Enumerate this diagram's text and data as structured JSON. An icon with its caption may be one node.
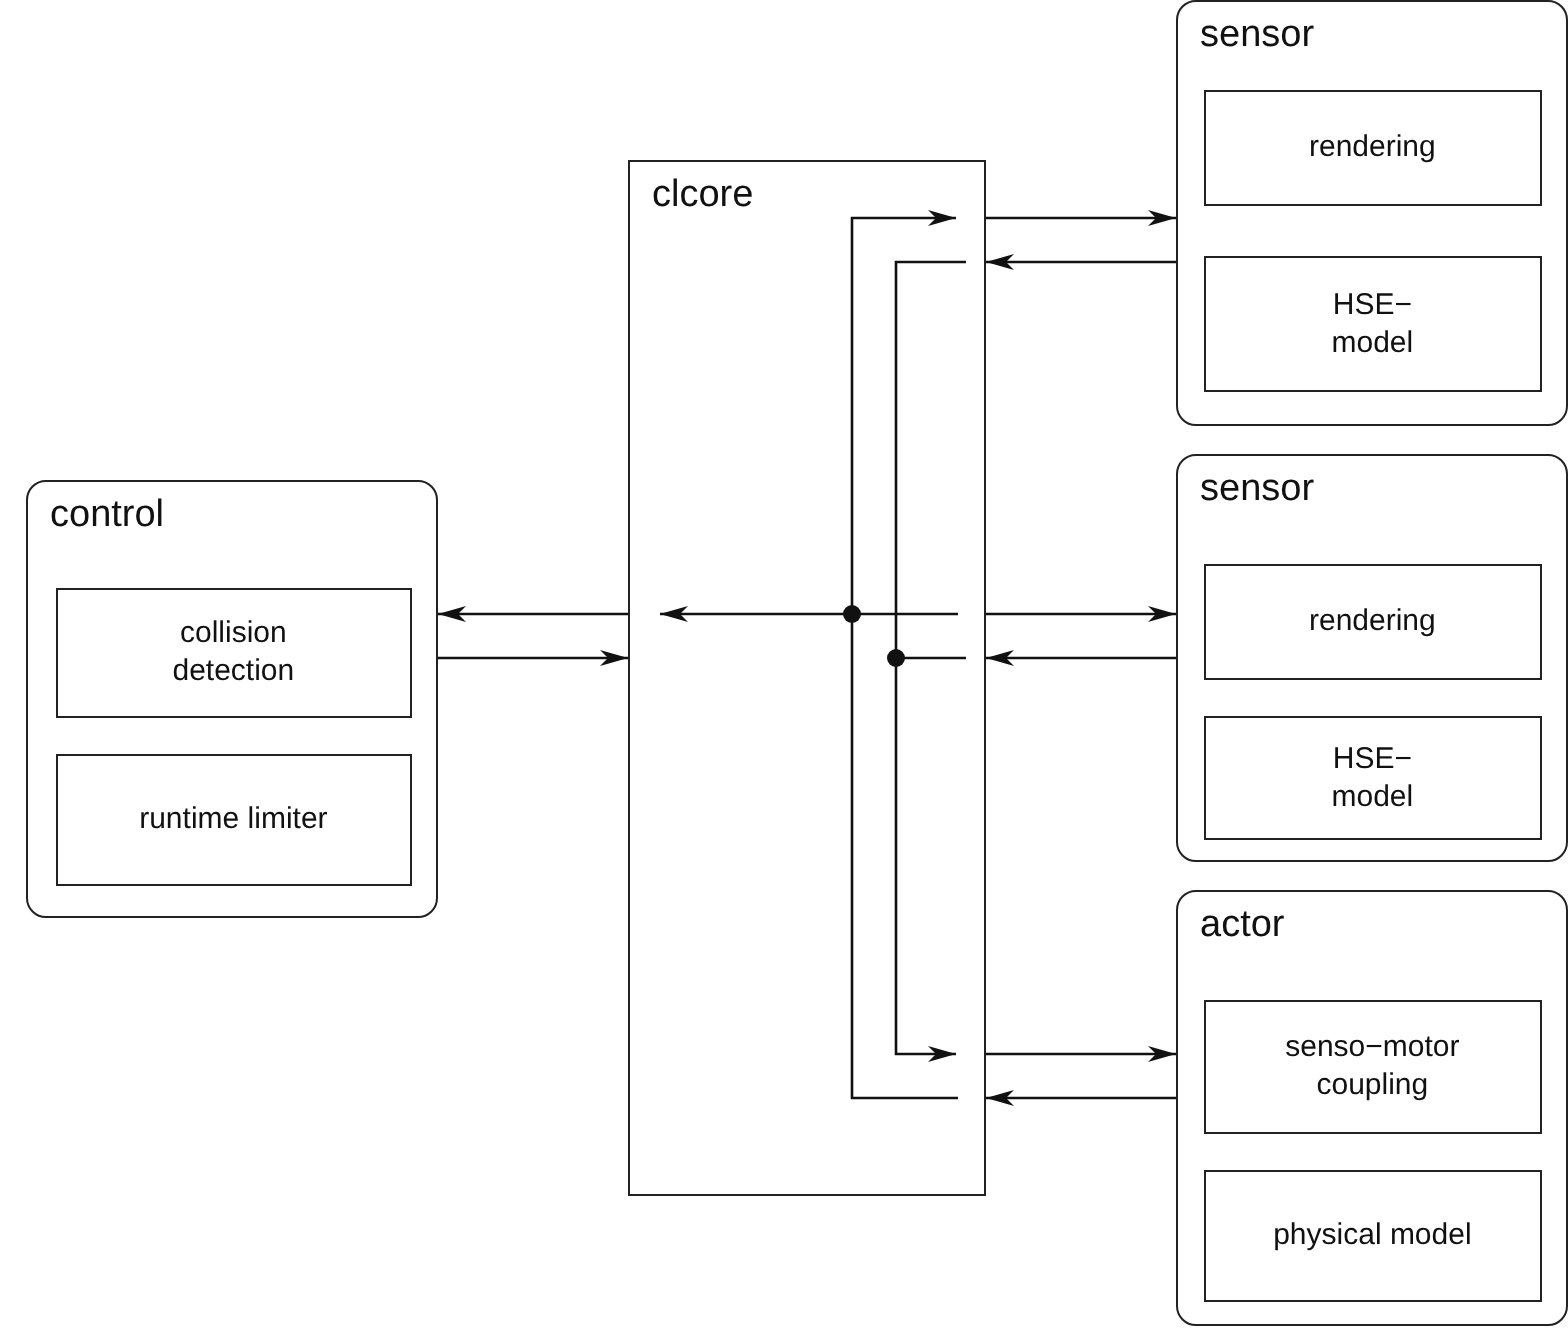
{
  "diagram": {
    "nodes": [
      {
        "text": [
          "control"
        ]
      },
      {
        "text": [
          "collision detection"
        ],
        "in": 0
      },
      {
        "text": [
          "runtime limiter"
        ],
        "in": 0
      },
      {
        "text": [
          "clcore"
        ]
      },
      {
        "text": [
          "sensor"
        ]
      },
      {
        "text": [
          "rendering"
        ],
        "in": 4
      },
      {
        "text": [
          "HSE− model"
        ],
        "in": 4
      },
      {
        "text": [
          "sensor"
        ]
      },
      {
        "text": [
          "rendering"
        ],
        "in": 7
      },
      {
        "text": [
          "HSE− model"
        ],
        "in": 7
      },
      {
        "text": [
          "actor"
        ]
      },
      {
        "text": [
          "senso−motor coupling"
        ],
        "in": 10
      },
      {
        "text": [
          "physical model"
        ],
        "in": 10
      }
    ],
    "edges": [
      {
        "from": 3,
        "to": 0,
        "arrow": "to"
      },
      {
        "from": 0,
        "to": 3,
        "arrow": "to"
      },
      {
        "from": 3,
        "to": 4,
        "arrow": "to"
      },
      {
        "from": 4,
        "to": 3,
        "arrow": "to"
      },
      {
        "from": 3,
        "to": 7,
        "arrow": "to"
      },
      {
        "from": 7,
        "to": 3,
        "arrow": "to"
      },
      {
        "from": 3,
        "to": 10,
        "arrow": "to"
      },
      {
        "from": 10,
        "to": 3,
        "arrow": "to"
      }
    ]
  }
}
